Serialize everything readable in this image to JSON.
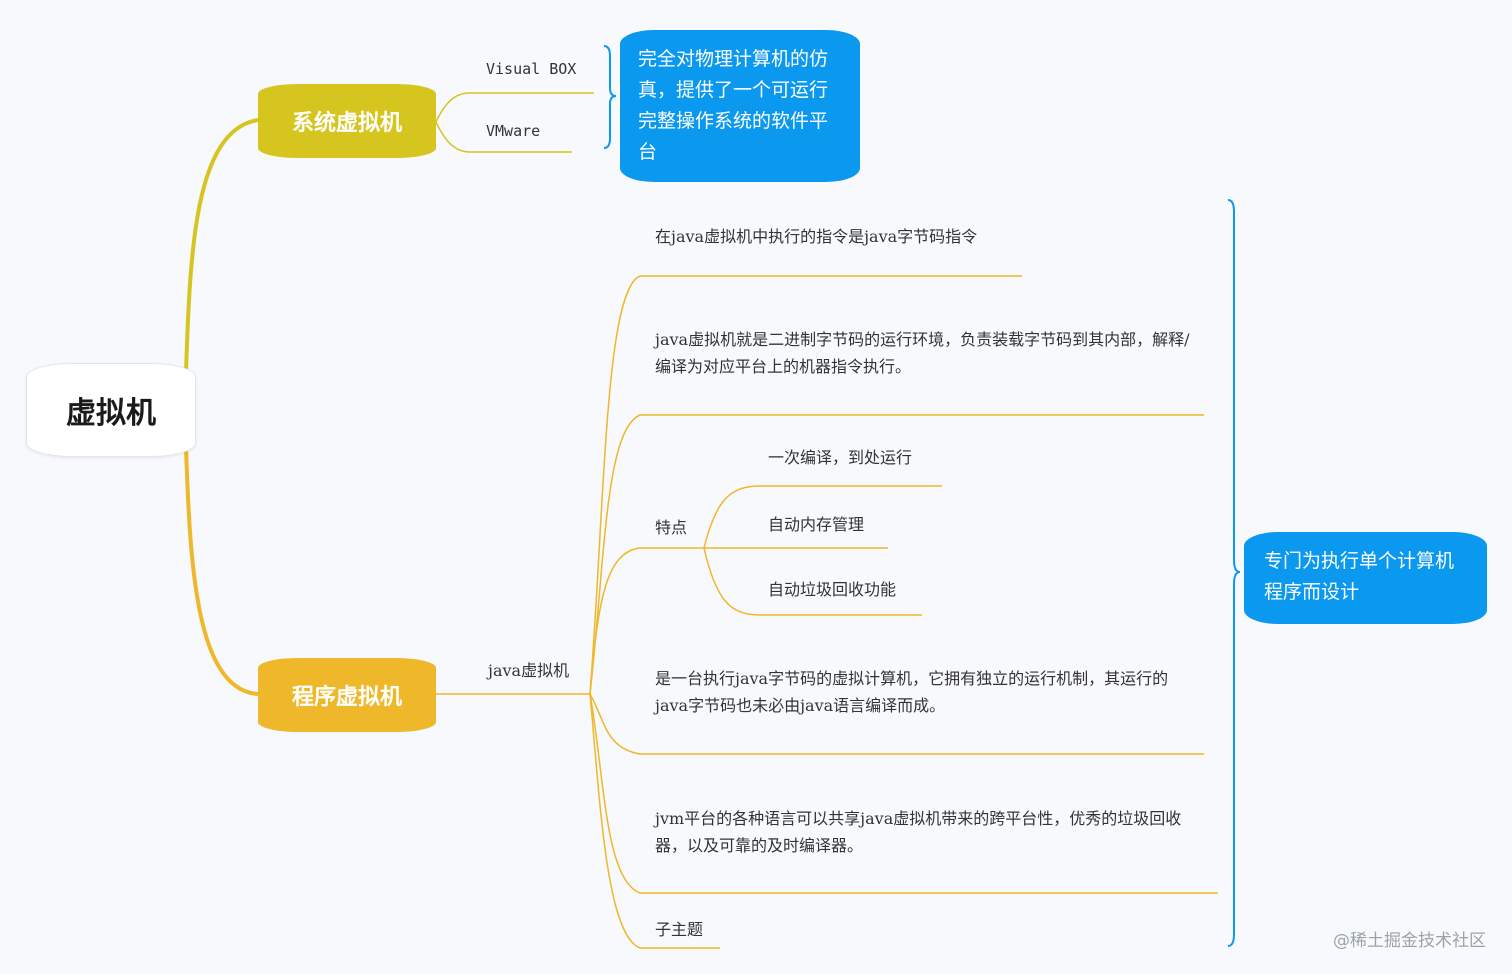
{
  "root": {
    "label": "虚拟机"
  },
  "branches": {
    "system": {
      "label": "系统虚拟机",
      "color": "#d6c51f"
    },
    "program": {
      "label": "程序虚拟机",
      "color": "#efb82b"
    }
  },
  "system_children": [
    "Visual BOX",
    "VMware"
  ],
  "system_callout": "完全对物理计算机的仿真，提供了一个可运行完整操作系统的软件平台",
  "program_child": "java虚拟机",
  "java_items": {
    "item1": "在java虚拟机中执行的指令是java字节码指令",
    "item2": "java虚拟机就是二进制字节码的运行环境，负责装载字节码到其内部，解释/编译为对应平台上的机器指令执行。",
    "features": {
      "label": "特点",
      "items": [
        "一次编译，到处运行",
        "自动内存管理",
        "自动垃圾回收功能"
      ]
    },
    "item4": "是一台执行java字节码的虚拟计算机，它拥有独立的运行机制，其运行的java字节码也未必由java语言编译而成。",
    "item5": "jvm平台的各种语言可以共享java虚拟机带来的跨平台性，优秀的垃圾回收器，以及可靠的及时编译器。",
    "item6": "子主题"
  },
  "program_callout": "专门为执行单个计算机程序而设计",
  "watermark": "@稀土掘金技术社区",
  "colors": {
    "system_line": "#d6c51f",
    "program_line": "#efb82b",
    "bracket": "#0b99f0",
    "callout": "#0b99f0"
  }
}
